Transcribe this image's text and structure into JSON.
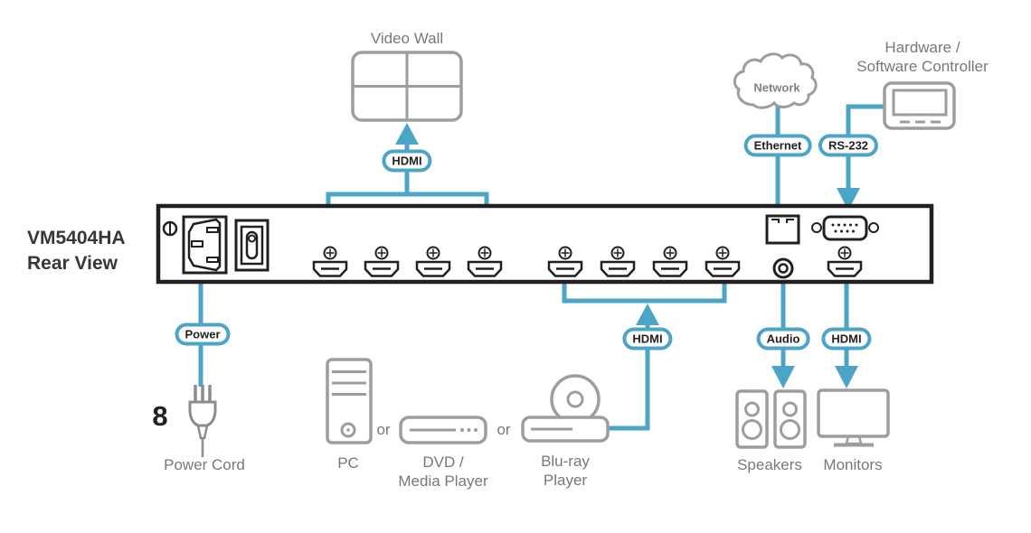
{
  "title": {
    "line1": "VM5404HA",
    "line2": "Rear View"
  },
  "colors": {
    "connection_blue": "#4ca5c6",
    "device_dark": "#231f20",
    "icon_gray": "#9b9ea0",
    "label_gray": "#77787b"
  },
  "peripherals": {
    "video_wall": "Video Wall",
    "network": "Network",
    "controller_line1": "Hardware /",
    "controller_line2": "Software Controller",
    "callout_number": "8",
    "power_cord": "Power Cord",
    "pc": "PC",
    "or_1": "or",
    "dvd_line1": "DVD /",
    "dvd_line2": "Media Player",
    "or_2": "or",
    "bluray_line1": "Blu-ray",
    "bluray_line2": "Player",
    "speakers": "Speakers",
    "monitors": "Monitors"
  },
  "connection_labels": {
    "hdmi_video_wall": "HDMI",
    "ethernet": "Ethernet",
    "rs232": "RS-232",
    "power": "Power",
    "hdmi_source": "HDMI",
    "audio": "Audio",
    "hdmi_monitor": "HDMI"
  }
}
